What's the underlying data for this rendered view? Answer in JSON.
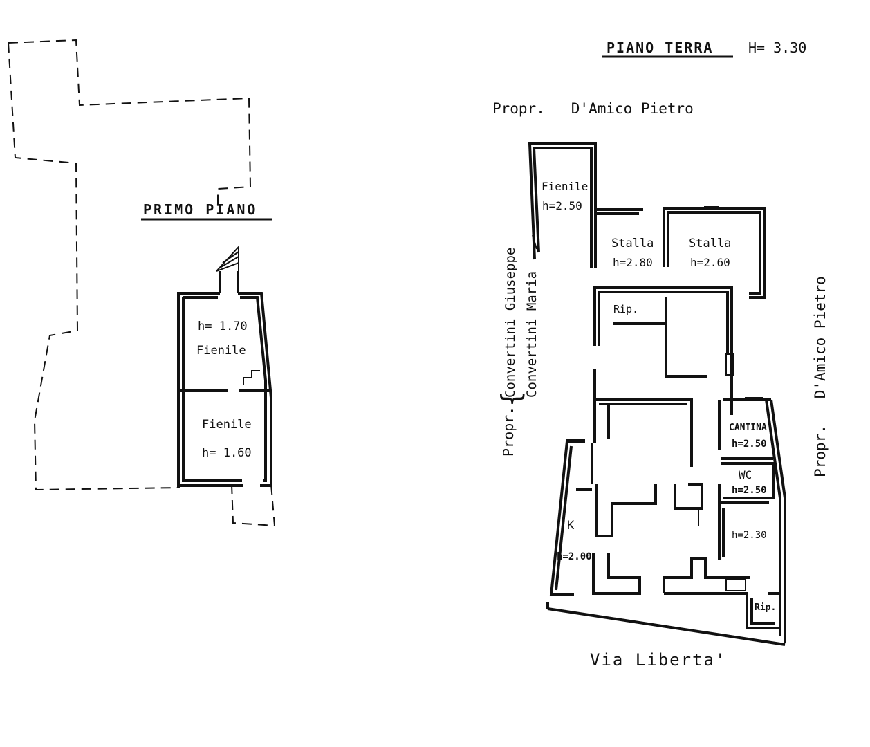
{
  "first_floor": {
    "title": "PRIMO PIANO",
    "room_upper": {
      "height": "h= 1.70",
      "name": "Fienile"
    },
    "room_lower": {
      "name": "Fienile",
      "height": "h= 1.60"
    }
  },
  "ground_floor": {
    "title": "PIANO TERRA",
    "height": "H= 3.30",
    "neighbor_top": "Propr.   D'Amico Pietro",
    "neighbor_right": "Propr.   D'Amico Pietro",
    "neighbor_left_prefix": "Propr.",
    "neighbor_left_names": [
      "Convertini Giuseppe",
      "Convertini Maria"
    ],
    "street": "Via Liberta'",
    "rooms": [
      {
        "name": "Fienile",
        "height": "h=2.50"
      },
      {
        "name": "Stalla",
        "height": "h=2.80"
      },
      {
        "name": "Stalla",
        "height": "h=2.60"
      },
      {
        "name": "Rip.",
        "height": ""
      },
      {
        "name": "CANTINA",
        "height": "h=2.50"
      },
      {
        "name": "WC",
        "height": "h=2.50"
      },
      {
        "name": "",
        "height": "h=2.30"
      },
      {
        "name": "K",
        "height": "h=2.00"
      },
      {
        "name": "Rip.",
        "height": ""
      }
    ]
  }
}
